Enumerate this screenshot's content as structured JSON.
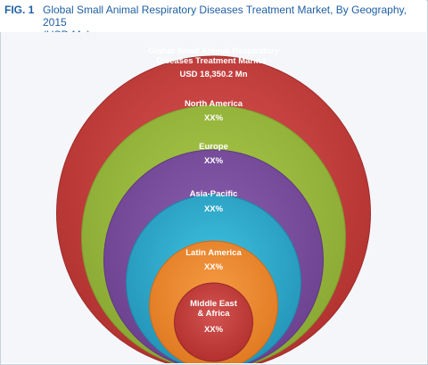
{
  "figure": {
    "label": "FIG. 1",
    "title_line1": "Global Small Animal Respiratory Diseases Treatment Market, By Geography, 2015",
    "title_line2": "(USD Mn)"
  },
  "market": {
    "line1": "Global Small Animal Respiratory",
    "line2": "Diseases Treatment  Market -",
    "line3": "USD 18,350.2  Mn"
  },
  "regions": [
    {
      "name": "North America",
      "value": "XX%",
      "color": "#99b83c"
    },
    {
      "name": "Europe",
      "value": "XX%",
      "color": "#7b4f9c"
    },
    {
      "name": "Asia-Pacific",
      "value": "XX%",
      "color": "#2fa8c9"
    },
    {
      "name": "Latin America",
      "value": "XX%",
      "color": "#ef8a2e"
    },
    {
      "name_line1": "Middle East",
      "name_line2": "& Africa",
      "value": "XX%",
      "color": "#c4423f"
    }
  ],
  "colors": {
    "outer": "#c23b3a",
    "title": "#1f5fa3",
    "background": "#f4f6f9"
  }
}
